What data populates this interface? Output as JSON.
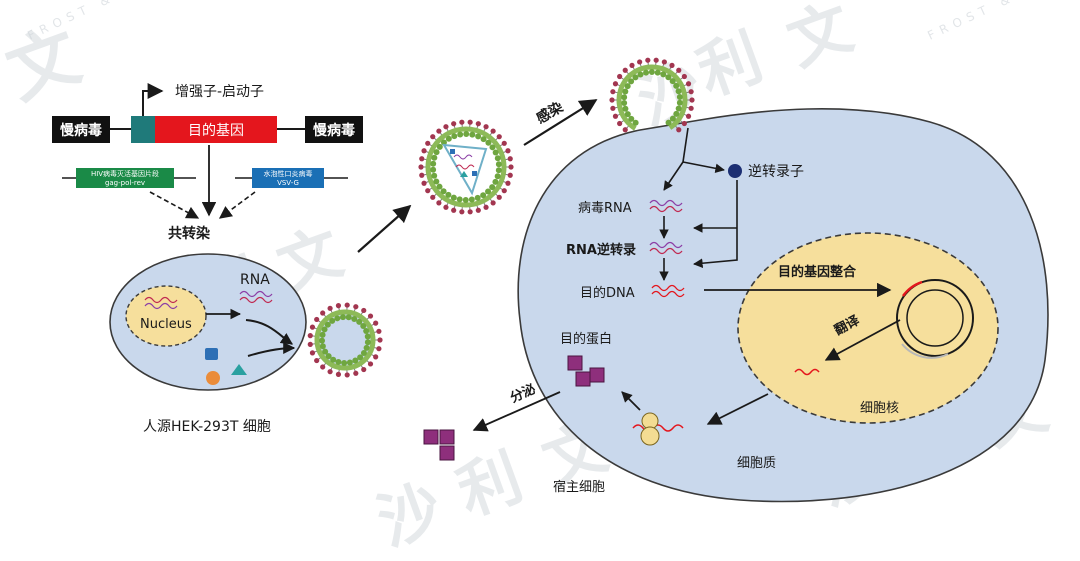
{
  "watermark": {
    "chars": [
      "沙",
      "利",
      "文"
    ],
    "brand_text": "FROST & SULLIVAN"
  },
  "construct": {
    "enhancer_promoter": "增强子-启动子",
    "ltr_left": "慢病毒",
    "ltr_right": "慢病毒",
    "target_gene": "目的基因",
    "helper1_line1": "HIV病毒灭活基因片段",
    "helper1_line2": "gag-pol-rev",
    "helper2_line1": "水泡性口炎病毒",
    "helper2_line2": "VSV-G",
    "cotransfect": "共转染"
  },
  "producer_cell": {
    "nucleus": "Nucleus",
    "rna": "RNA",
    "caption": "人源HEK-293T 细胞"
  },
  "infection": {
    "infect": "感染",
    "reverse_transcriptase": "逆转录子",
    "viral_rna": "病毒RNA",
    "rna_rt": "RNA逆转录",
    "target_dna": "目的DNA",
    "integration": "目的基因整合",
    "translation": "翻译",
    "nucleus": "细胞核",
    "target_protein": "目的蛋白",
    "secretion": "分泌",
    "cytoplasm": "细胞质",
    "host_cell": "宿主细胞"
  },
  "colors": {
    "cell_fill": "#c9d8ec",
    "nucleus_fill": "#f6df9c",
    "envelope_green": "#8dba58",
    "spike_red": "#a23650",
    "gene_red": "#e4161d",
    "ltr_black": "#111111",
    "promoter_teal": "#1f7a7a",
    "helper_green": "#1a8a47",
    "helper_blue": "#1a6fb5",
    "protein_purple": "#8e2f7c",
    "rt_navy": "#1c2f73"
  }
}
